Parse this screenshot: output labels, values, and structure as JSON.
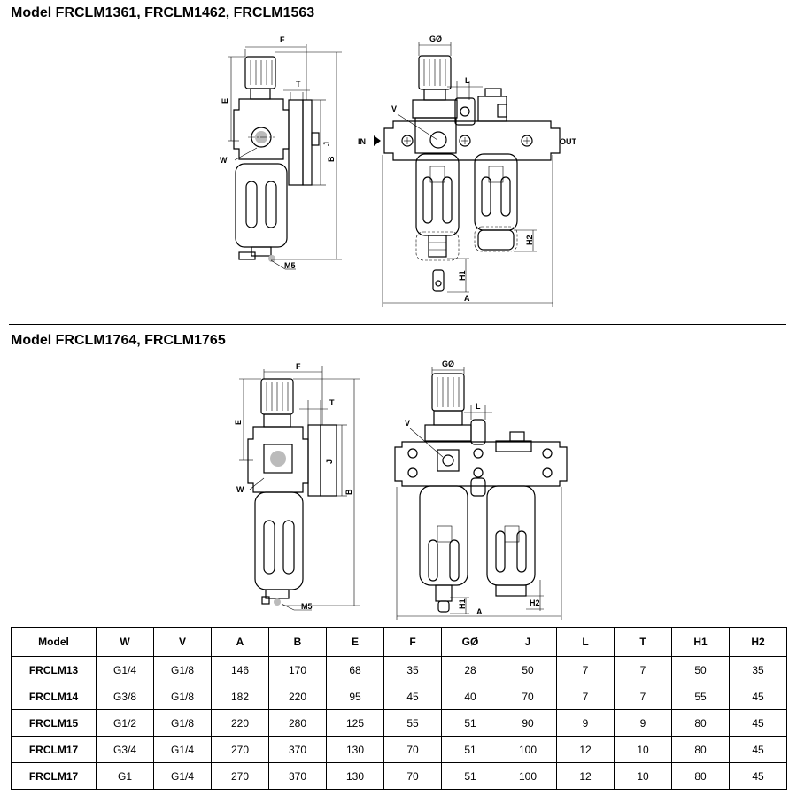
{
  "headings": {
    "top": "Model FRCLM1361, FRCLM1462, FRCLM1563",
    "bottom": "Model FRCLM1764, FRCLM1765"
  },
  "dims_top": {
    "F": "F",
    "E": "E",
    "T": "T",
    "J": "J",
    "B": "B",
    "W": "W",
    "M5": "M5",
    "G": "GØ",
    "L": "L",
    "V": "V",
    "IN": "IN",
    "OUT": "OUT",
    "H1": "H1",
    "H2": "H2",
    "A": "A"
  },
  "dims_bottom": {
    "F": "F",
    "E": "E",
    "T": "T",
    "J": "J",
    "B": "B",
    "W": "W",
    "M5": "M5",
    "G": "GØ",
    "L": "L",
    "V": "V",
    "H1": "H1",
    "H2": "H2",
    "A": "A"
  },
  "table": {
    "headers": [
      "Model",
      "W",
      "V",
      "A",
      "B",
      "E",
      "F",
      "GØ",
      "J",
      "L",
      "T",
      "H1",
      "H2"
    ],
    "rows": [
      [
        "FRCLM13",
        "G1/4",
        "G1/8",
        "146",
        "170",
        "68",
        "35",
        "28",
        "50",
        "7",
        "7",
        "50",
        "35"
      ],
      [
        "FRCLM14",
        "G3/8",
        "G1/8",
        "182",
        "220",
        "95",
        "45",
        "40",
        "70",
        "7",
        "7",
        "55",
        "45"
      ],
      [
        "FRCLM15",
        "G1/2",
        "G1/8",
        "220",
        "280",
        "125",
        "55",
        "51",
        "90",
        "9",
        "9",
        "80",
        "45"
      ],
      [
        "FRCLM17",
        "G3/4",
        "G1/4",
        "270",
        "370",
        "130",
        "70",
        "51",
        "100",
        "12",
        "10",
        "80",
        "45"
      ],
      [
        "FRCLM17",
        "G1",
        "G1/4",
        "270",
        "370",
        "130",
        "70",
        "51",
        "100",
        "12",
        "10",
        "80",
        "45"
      ]
    ]
  }
}
